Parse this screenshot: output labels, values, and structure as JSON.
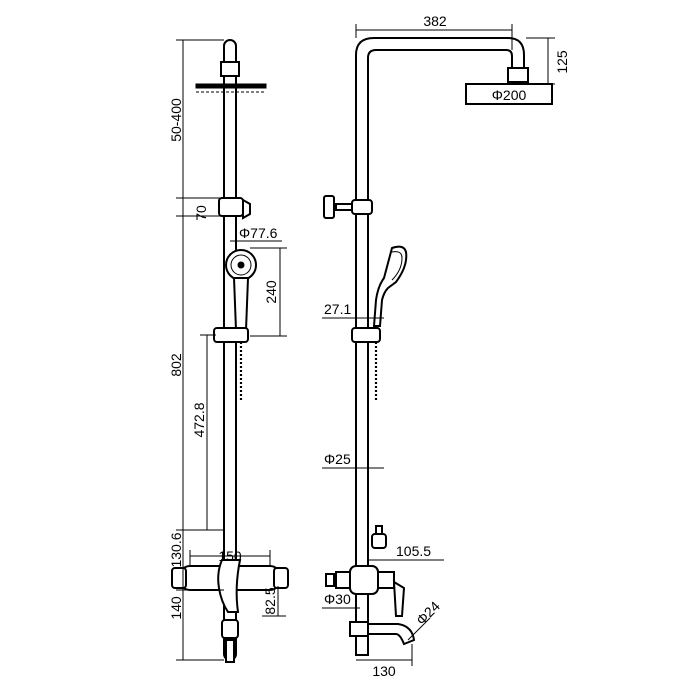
{
  "dimensions": {
    "arm_reach": "382",
    "head_drop": "125",
    "head_diameter": "Φ200",
    "rod_adjust": "50-400",
    "holder_spacing": "70",
    "handset_diameter": "Φ77.6",
    "handset_length": "240",
    "pipe_od": "27.1",
    "slide_length": "802",
    "holder_travel": "472.8",
    "inner_tube": "Φ25",
    "mixer_height": "130.6",
    "mixer_width": "150",
    "outlet_projection": "105.5",
    "lower_height": "140",
    "spout_drop": "82.5",
    "handle_diameter": "Φ30",
    "spout_diameter": "Φ24",
    "spout_reach": "130"
  }
}
